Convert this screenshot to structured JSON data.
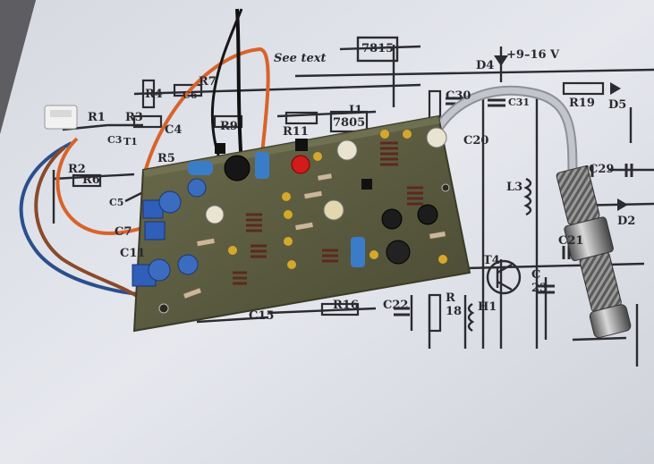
{
  "photo": {
    "subject": "Assembled RF circuit board lying on a printed schematic"
  },
  "schematic_labels": {
    "see_text": "See text",
    "reg_7815": "7815",
    "reg_7805": "7805",
    "supply": "+9–16 V",
    "d4": "D4",
    "d5": "D5",
    "d2": "D2",
    "r1": "R1",
    "r2": "R2",
    "r3": "R3",
    "r4": "R4",
    "r5": "R5",
    "r6": "R6",
    "r7": "R7",
    "r9": "R9",
    "r11": "R11",
    "r16": "R16",
    "r18": "R\n18",
    "r19": "R19",
    "c3": "C3",
    "c4": "C4",
    "c5": "C5",
    "c6": "C6",
    "c7": "C7",
    "c11": "C11",
    "c15": "C15",
    "c20": "C20",
    "c21": "C21",
    "c22": "C22",
    "c23": "C\n23",
    "c29": "C29",
    "c30": "C30",
    "c31": "C31",
    "t1": "T1",
    "t4": "T4",
    "l3": "L3",
    "h1": "H1",
    "i1": "I1"
  },
  "colors": {
    "paper": "#e4e6ec",
    "pcb": "#5a5a40",
    "wire_orange": "#d8632a",
    "wire_blue": "#2b4f8c",
    "wire_brown": "#8a4a2a",
    "coax": "#b8bcc2"
  }
}
